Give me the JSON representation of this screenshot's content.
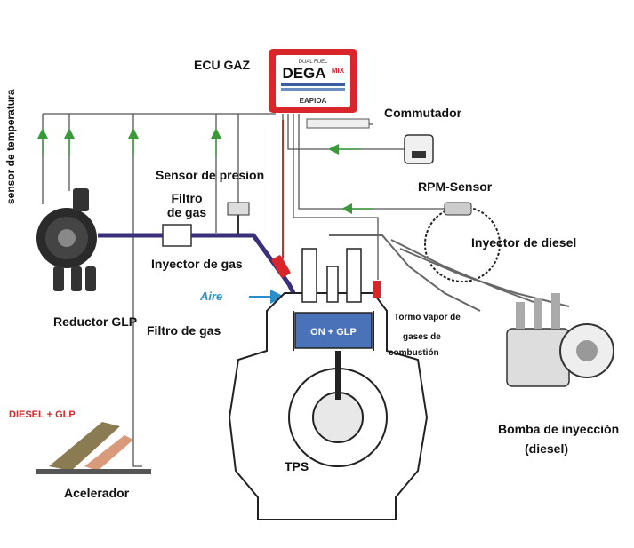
{
  "labels": {
    "ecu": "ECU GAZ",
    "ecu_brand_small": "DUAL FUEL",
    "ecu_brand": "DEGA",
    "ecu_brand_mix": "MIX",
    "ecu_maker": "EAPIOA",
    "commutator": "Commutador",
    "pressure_sensor": "Sensor de presion",
    "gas_filter_top_1": "Filtro",
    "gas_filter_top_2": "de gas",
    "gas_injector": "Inyector de gas",
    "rpm_sensor": "RPM-Sensor",
    "diesel_injector": "Inyector de diesel",
    "air": "Aire",
    "gas_filter_bottom": "Filtro de gas",
    "glp_reducer": "Reductor GLP",
    "temp_sensor": "sensor de temperatura",
    "vapor_1": "Tormo vapor de",
    "vapor_2": "gases de",
    "vapor_3": "combustión",
    "piston": "ON + GLP",
    "diesel_glp": "DIESEL + GLP",
    "tps": "TPS",
    "accelerator": "Acelerador",
    "pump_1": "Bomba de inyección",
    "pump_2": "(diesel)"
  },
  "colors": {
    "gas_line": "#3a2f7a",
    "signal_arrow": "#3a9a3a",
    "ecu_red": "#d8262a",
    "air_blue": "#2a8fc8",
    "diesel_red": "#d8262a"
  }
}
